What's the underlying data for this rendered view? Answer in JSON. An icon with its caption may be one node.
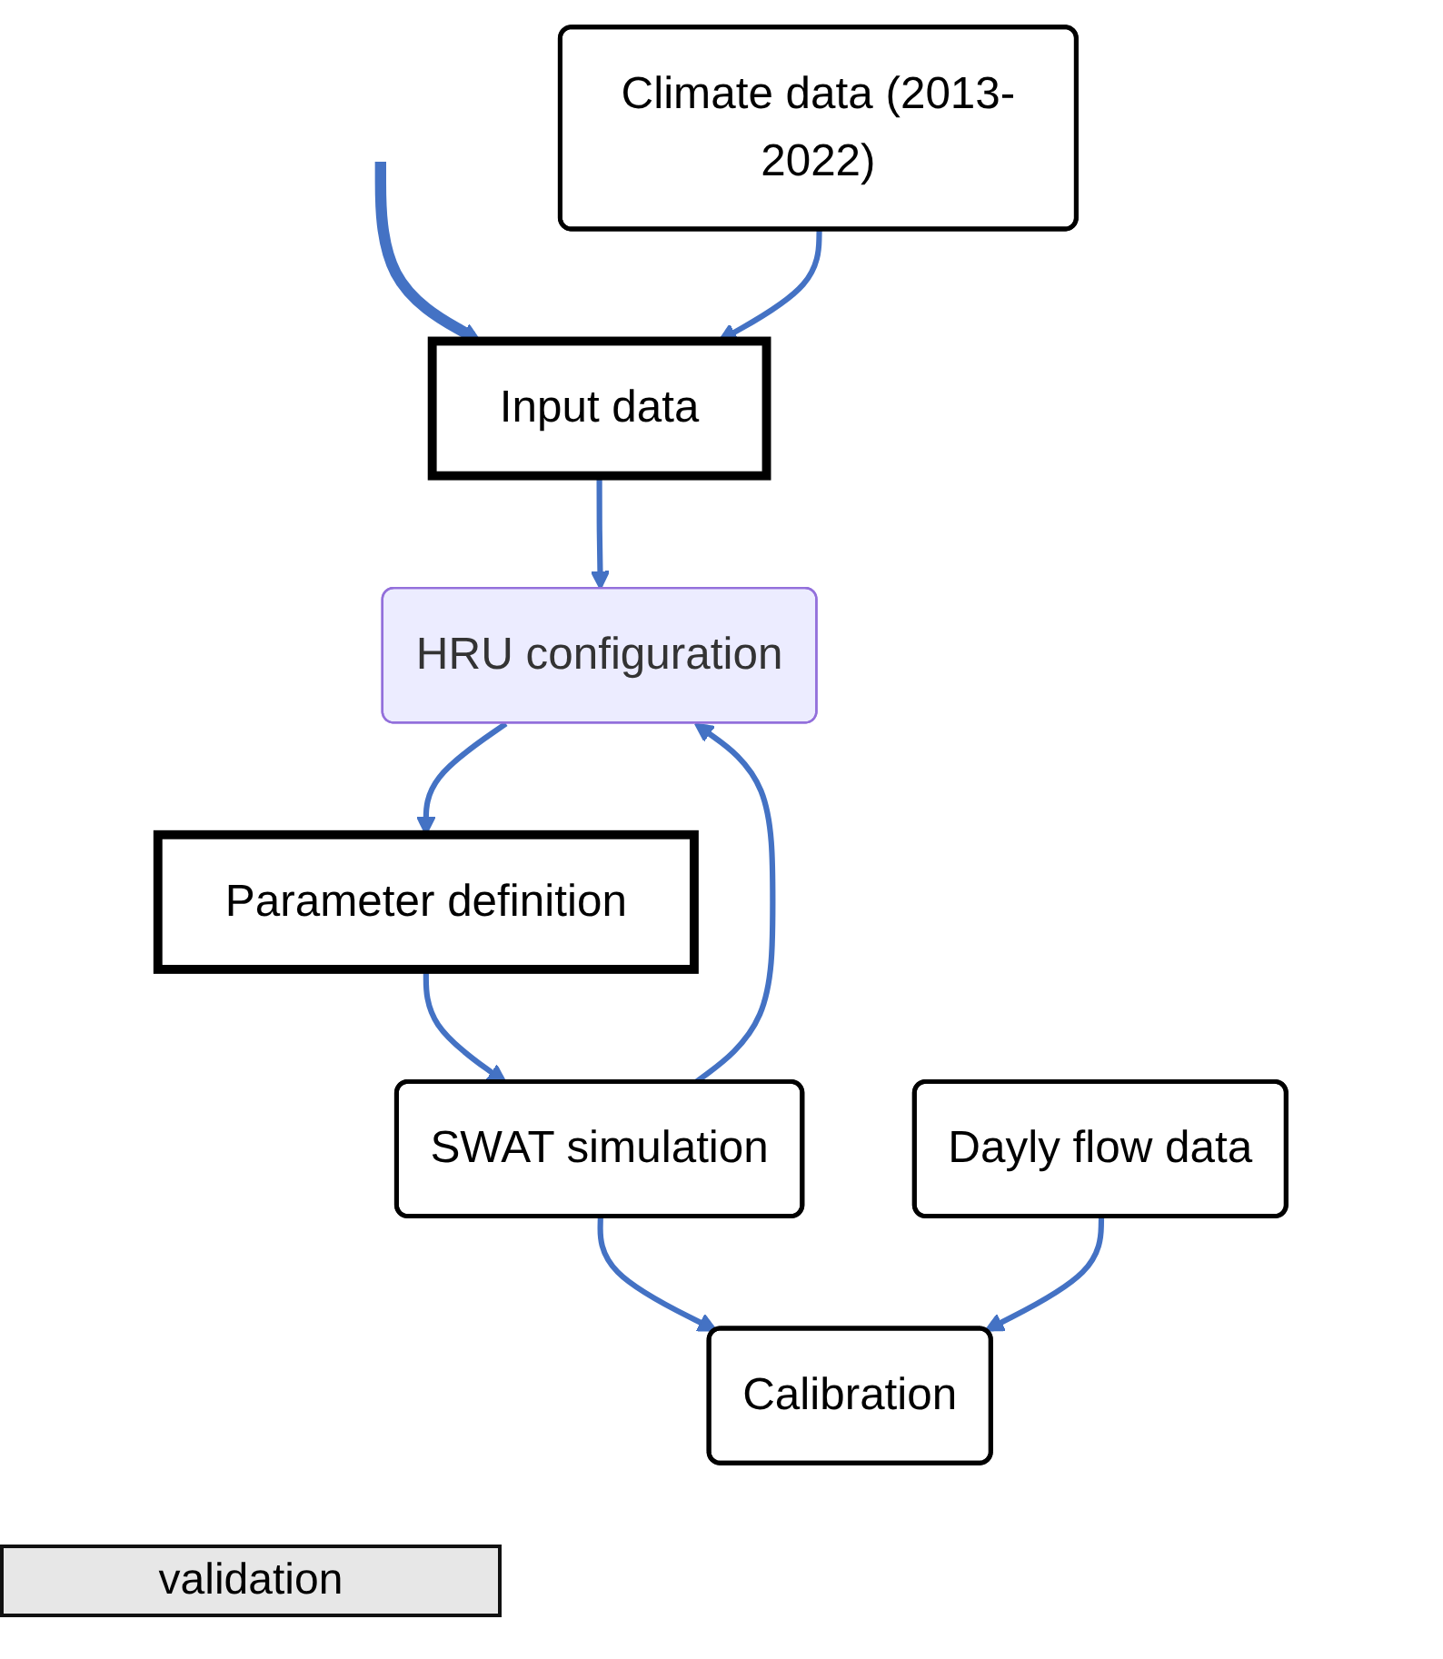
{
  "diagram": {
    "nodes": [
      {
        "text": [
          "Input data"
        ]
      },
      {
        "text": [
          "Climate data (2013-2022)"
        ]
      },
      {
        "text": [
          "HRU configuration"
        ]
      },
      {
        "text": [
          "Parameter definition"
        ]
      },
      {
        "text": [
          "SWAT simulation"
        ]
      },
      {
        "text": [
          "Dayly flow data"
        ]
      },
      {
        "text": [
          "Calibration"
        ]
      }
    ],
    "edges": [
      {
        "from": null,
        "to": 0,
        "arrow": "to",
        "style": "thick"
      },
      {
        "from": 1,
        "to": 0,
        "arrow": "to"
      },
      {
        "from": 0,
        "to": 2,
        "arrow": "to"
      },
      {
        "from": 2,
        "to": 3,
        "arrow": "to"
      },
      {
        "from": 3,
        "to": 4,
        "arrow": "to"
      },
      {
        "from": 4,
        "to": 2,
        "arrow": "to"
      },
      {
        "from": 4,
        "to": 6,
        "arrow": "to"
      },
      {
        "from": 5,
        "to": 6,
        "arrow": "to"
      }
    ],
    "labels": [
      "validation"
    ]
  }
}
